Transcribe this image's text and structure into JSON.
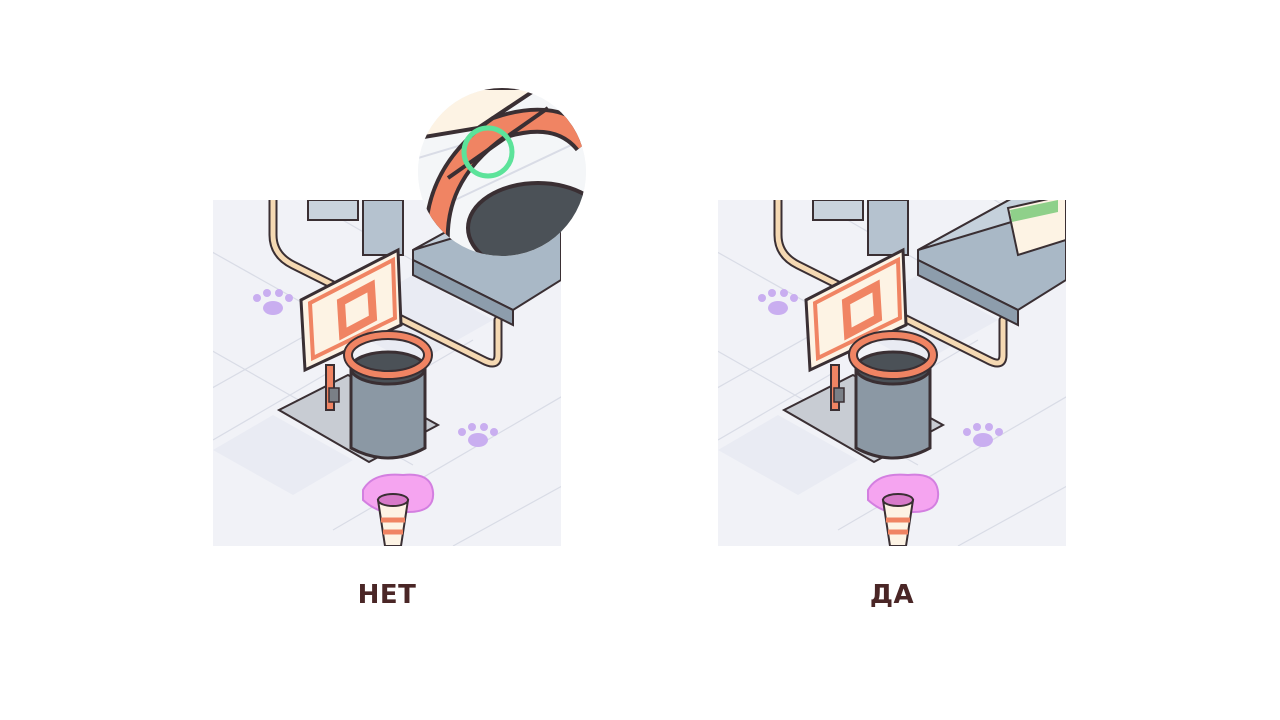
{
  "comparison": {
    "left": {
      "label": "НЕТ"
    },
    "right": {
      "label": "ДА"
    }
  },
  "colors": {
    "label": "#4a2626",
    "highlight_ring": "#5ce39a",
    "rim": "#f08463",
    "outline": "#3a2f33",
    "floor": "#eef0f6",
    "paw": "#c9aef0",
    "splash": "#f5a4f0"
  },
  "icons": {
    "zoom": "magnifier-lens",
    "highlight": "circle-highlight",
    "paw": "paw-print"
  }
}
